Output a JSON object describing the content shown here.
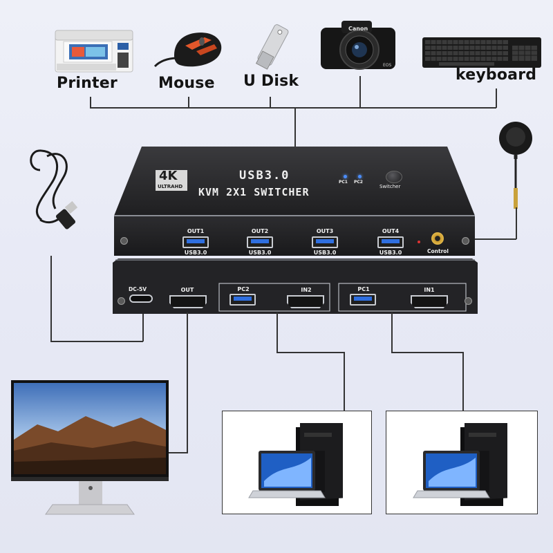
{
  "devices": {
    "printer": "Printer",
    "mouse": "Mouse",
    "udisk": "U Disk",
    "keyboard": "keyboard"
  },
  "switch": {
    "badge_big": "4K",
    "badge_small": "ULTRAHD",
    "title_line1": "USB3.0",
    "title_line2": "KVM 2X1 SWITCHER",
    "led_pc1": "PC1",
    "led_pc2": "PC2",
    "button_label": "Switcher",
    "ports_top": [
      {
        "name": "OUT1",
        "sub": "USB3.0"
      },
      {
        "name": "OUT2",
        "sub": "USB3.0"
      },
      {
        "name": "OUT3",
        "sub": "USB3.0"
      },
      {
        "name": "OUT4",
        "sub": "USB3.0"
      }
    ],
    "control_label": "Control",
    "ports_bottom": {
      "dc": "DC-5V",
      "out": "OUT",
      "pc2": "PC2",
      "in2": "IN2",
      "pc1": "PC1",
      "in1": "IN1"
    }
  },
  "product_brand_camera": "Canon",
  "camera_model": "EOS",
  "colors": {
    "background": "#e9ebf6",
    "switch_body": "#2b2b2d",
    "accent_blue": "#2f6fe0",
    "wire": "#333333"
  }
}
